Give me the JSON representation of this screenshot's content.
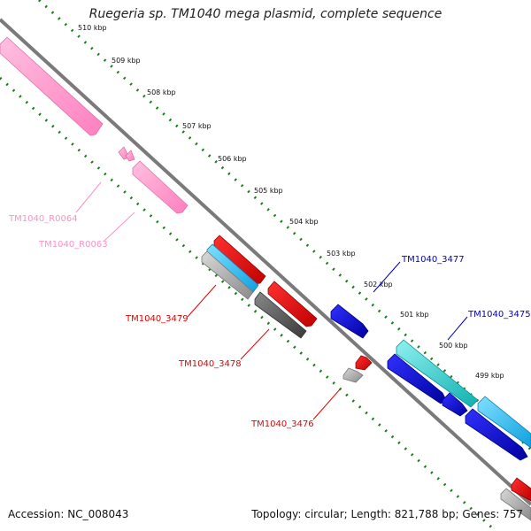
{
  "map": {
    "title": "Ruegeria sp. TM1040 mega plasmid, complete sequence",
    "accession_text": "Accession: NC_008043",
    "summary_text": "Topology: circular; Length: 821,788 bp; Genes: 757"
  },
  "colors": {
    "backbone": "#7a7a7a",
    "tick_dots": "#1a7f1a",
    "rna_gene": "#ff8fc8",
    "red_gene": "#e60000",
    "cyan_gene": "#20b8e8",
    "grey_gene": "#a8a8a8",
    "dark_grey_gene": "#5c5c5c",
    "blue_gene": "#0000d0",
    "teal_gene": "#20c0c0"
  },
  "ticks": [
    "510 kbp",
    "509 kbp",
    "508 kbp",
    "507 kbp",
    "506 kbp",
    "505 kbp",
    "504 kbp",
    "503 kbp",
    "502 kbp",
    "501 kbp",
    "500 kbp",
    "499 kbp"
  ],
  "gene_labels": [
    {
      "id": "TM1040_R0064",
      "color": "#ff8fc8"
    },
    {
      "id": "TM1040_R0063",
      "color": "#ff8fc8"
    },
    {
      "id": "TM1040_3479",
      "color": "#e60000"
    },
    {
      "id": "TM1040_3478",
      "color": "#e60000"
    },
    {
      "id": "TM1040_3476",
      "color": "#e60000"
    },
    {
      "id": "TM1040_3477",
      "color": "#0000c0"
    },
    {
      "id": "TM1040_3475",
      "color": "#0000c0"
    }
  ]
}
